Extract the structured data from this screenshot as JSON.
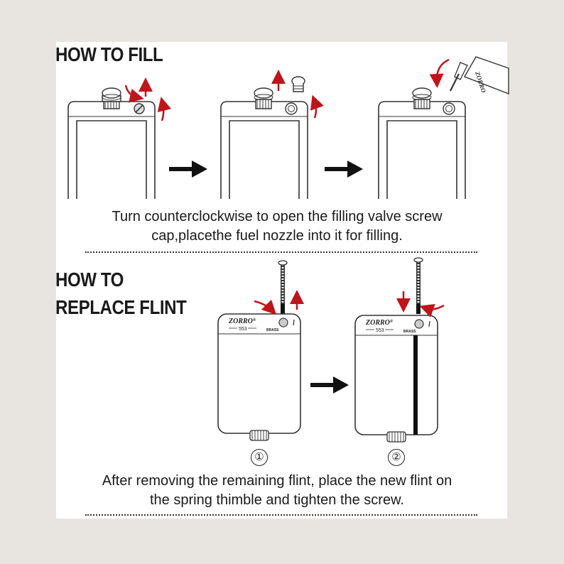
{
  "fill_section": {
    "heading": "HOW TO FILL",
    "caption_line1": "Turn counterclockwise to open the filling valve screw",
    "caption_line2": "cap,placethe fuel nozzle into it for filling."
  },
  "flint_section": {
    "heading_line1": "HOW TO",
    "heading_line2": "REPLACE FLINT",
    "caption_line1": "After removing the remaining flint, place the new flint on",
    "caption_line2": "the spring thimble and tighten the screw.",
    "steps": [
      "①",
      "②"
    ]
  },
  "lighter_label": {
    "brand": "ZORRO",
    "registered_mark": "®",
    "model": "553",
    "material": "BRASS"
  },
  "fuel_can_label": "ZORRO",
  "colors": {
    "background": "#e8e5e1",
    "card": "#ffffff",
    "accent_red": "#c0141b",
    "line_dark": "#1a1a1a"
  }
}
